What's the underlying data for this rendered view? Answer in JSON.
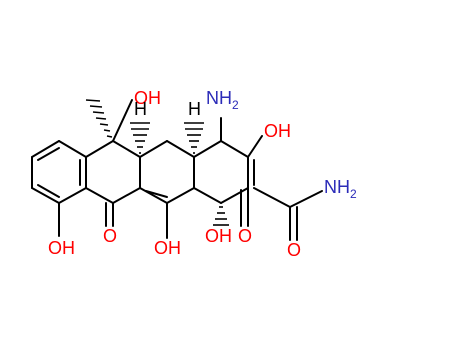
{
  "colors": {
    "bond": "#000000",
    "oxygen": "#ff0000",
    "nitrogen": "#2b2bb8"
  },
  "atoms": {
    "oh_c6": "OH",
    "h_c5a": "H",
    "h_c4a": "H",
    "nh2_c4_main": "NH",
    "nh2_c4_sub": "2",
    "oh_c3": "OH",
    "nh2_amide_main": "NH",
    "nh2_amide_sub": "2",
    "o_amide": "O",
    "oh_c10": "OH",
    "o_c11": "O",
    "oh_c12": "OH",
    "oh_c12a": "OH",
    "o_c1": "O"
  }
}
